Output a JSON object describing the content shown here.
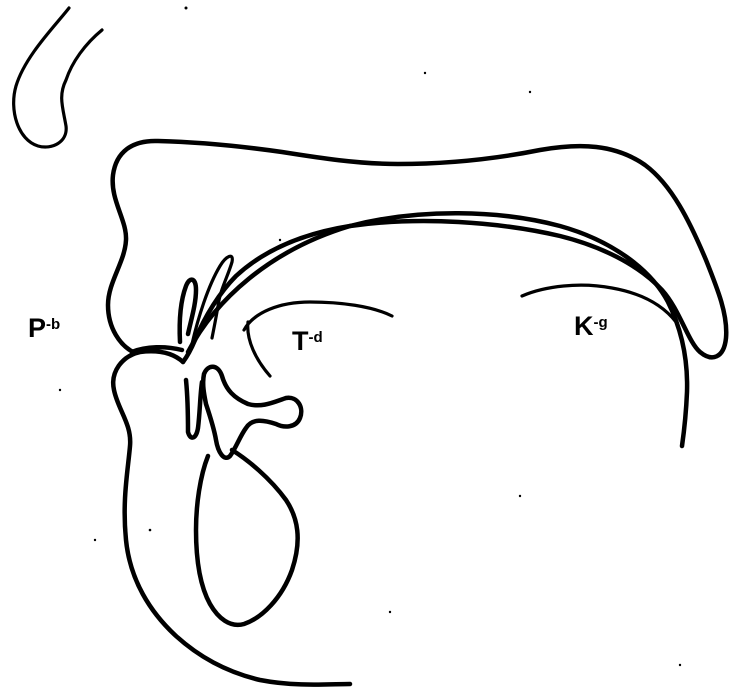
{
  "labels": {
    "p": {
      "base": "P",
      "sup": "-b"
    },
    "t": {
      "base": "T",
      "sup": "-d"
    },
    "k": {
      "base": "K",
      "sup": "-g"
    }
  },
  "colors": {
    "ink": "#000000",
    "paper": "#ffffff"
  }
}
